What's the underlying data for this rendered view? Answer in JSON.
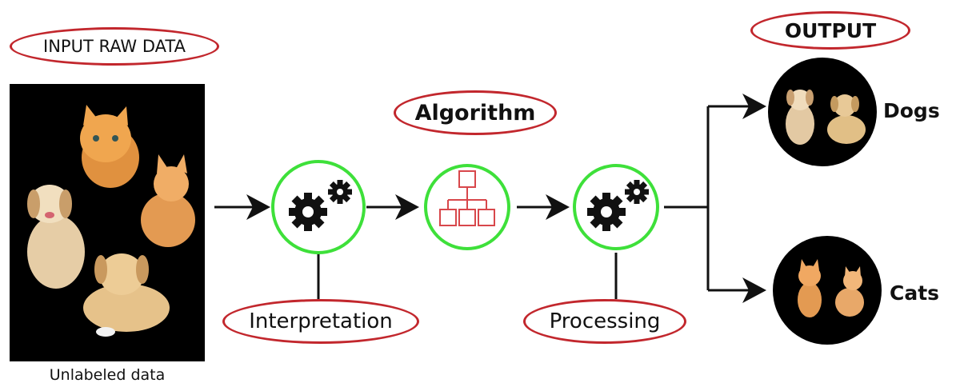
{
  "labels": {
    "input": "INPUT RAW DATA",
    "caption": "Unlabeled data",
    "algorithm": "Algorithm",
    "interpretation": "Interpretation",
    "processing": "Processing",
    "output": "OUTPUT"
  },
  "outputs": [
    {
      "label": "Dogs"
    },
    {
      "label": "Cats"
    }
  ],
  "icons": {
    "stage1": "gears-icon",
    "stage2": "hierarchy-icon",
    "stage3": "gears-icon"
  },
  "colors": {
    "oval_border": "#c2272d",
    "node_ring": "#3ee03a",
    "hierarchy": "#d8474b",
    "panel": "#000000"
  }
}
